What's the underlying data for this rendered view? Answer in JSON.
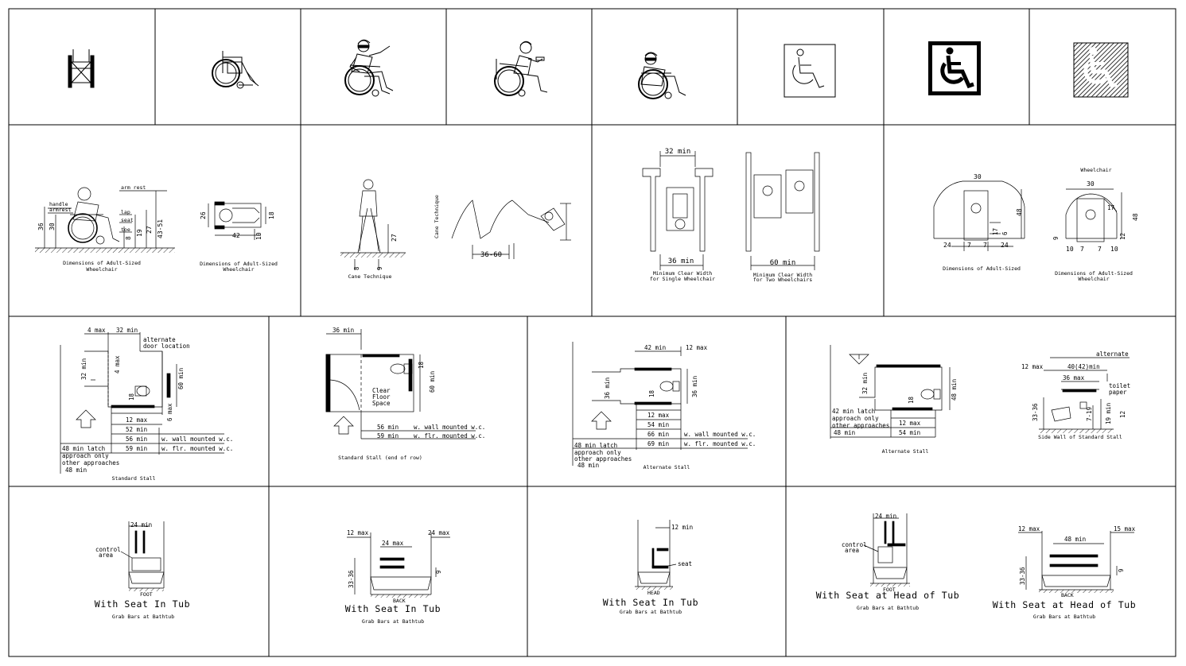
{
  "row2": {
    "adult_sized_wheelchair": {
      "arm_rest": "arm rest",
      "handle": "handle",
      "armrest": "armrest",
      "lap": "lap",
      "seat": "seat",
      "toe": "toe",
      "d36": "36",
      "d30": "30",
      "d8": "8",
      "d19": "19",
      "d27": "27",
      "d4351": "43-51",
      "caption_1": "Dimensions of Adult-Sized",
      "caption_2": "Wheelchair"
    },
    "wheelchair_top": {
      "d26": "26",
      "d18": "18",
      "d42": "42",
      "d10": "10",
      "caption_1": "Dimensions of Adult-Sized",
      "caption_2": "Wheelchair"
    },
    "cane": {
      "d27": "27",
      "d8": "8",
      "d9": "9",
      "side_label": "Cane Technique",
      "span": "36-60",
      "caption": "Cane Technique"
    },
    "door_width": {
      "top": "32 min",
      "bottom": "36 min",
      "caption_1": "Minimum Clear Width",
      "caption_2": "for Single Wheelchair",
      "two_bottom": "60 min",
      "two_caption_1": "Minimum Clear Width",
      "two_caption_2": "for Two Wheelchairs"
    },
    "turning": {
      "d30a": "30",
      "d48a": "48",
      "d24a": "24",
      "d7a": "7",
      "d7b": "7",
      "d17a": "17",
      "d6a": "6",
      "d24b": "24",
      "caption_1": "Dimensions of Adult-Sized",
      "title_b": "Wheelchair",
      "d30b": "30",
      "d48b": "48",
      "d17b": "17",
      "d10a": "10",
      "d7c": "7",
      "d7d": "7",
      "d10b": "10",
      "d9b": "9",
      "d12b": "12",
      "caption_b1": "Dimensions of Adult-Sized",
      "caption_b2": "Wheelchair"
    }
  },
  "row3": {
    "standard_stall": {
      "top_a": "4 max",
      "top_b": "32 min",
      "alt_1": "alternate",
      "alt_2": "door location",
      "left": "32 min",
      "inner": "4 max",
      "d18": "18",
      "right": "60 min",
      "d6": "6 max",
      "d12": "12 max",
      "d52": "52 min",
      "d56": "56 min",
      "d59": "59 min",
      "wall": "w. wall mounted w.c.",
      "floor": "w. flr. mounted w.c.",
      "note_1": "48 min latch",
      "note_2": "approach only",
      "note_3": "other approaches",
      "note_4": "48 min",
      "caption": "Standard Stall"
    },
    "end_of_row": {
      "top": "36 min",
      "d18": "18",
      "right": "60 min",
      "clear_1": "Clear",
      "clear_2": "Floor",
      "clear_3": "Space",
      "d56": "56 min",
      "d59": "59 min",
      "wall": "w. wall mounted w.c.",
      "floor": "w. flr. mounted w.c.",
      "caption": "Standard Stall (end of row)"
    },
    "alternate_stall": {
      "top_a": "42 min",
      "top_b": "12 max",
      "left": "36 min",
      "d18": "18",
      "right": "36 min",
      "d12": "12 max",
      "d54": "54 min",
      "d66": "66 min",
      "d69": "69 min",
      "wall": "w. wall mounted w.c.",
      "floor": "w. flr. mounted w.c.",
      "note_1": "48 min latch",
      "note_2": "approach only",
      "note_3": "other approaches",
      "note_4": "48 min",
      "caption": "Alternate Stall"
    },
    "alternate_stall_2": {
      "left": "32 min",
      "d18": "18",
      "right": "48 min",
      "d12": "12 max",
      "d54": "54 min",
      "note_1": "42 min latch",
      "note_2": "approach only",
      "note_3": "other approaches",
      "note_4": "48 min",
      "caption": "Alternate Stall"
    },
    "side_wall": {
      "alternate": "alternate",
      "top_a": "12 max",
      "top_b": "40(42)min",
      "d36": "36 max",
      "tp_1": "toilet",
      "tp_2": "paper",
      "left": "33-36",
      "d19": "19 min",
      "d719": "7-19",
      "d12": "12",
      "caption": "Side Wall of Standard Stall"
    }
  },
  "row4": {
    "tub1": {
      "top": "24 min",
      "ctrl_1": "control",
      "ctrl_2": "area",
      "foot": "FOOT",
      "title": "With Seat In Tub",
      "caption": "Grab Bars at Bathtub"
    },
    "tub2": {
      "left": "12 max",
      "mid": "24 max",
      "right": "24 max",
      "side": "33-36",
      "d9": "9",
      "back": "BACK",
      "title": "With Seat In Tub",
      "caption": "Grab Bars at Bathtub"
    },
    "tub3": {
      "top": "12 min",
      "seat": "seat",
      "head": "HEAD",
      "title": "With Seat In Tub",
      "caption": "Grab Bars at Bathtub"
    },
    "tub4": {
      "top": "24 min",
      "ctrl_1": "control",
      "ctrl_2": "area",
      "foot": "FOOT",
      "title": "With Seat at Head of Tub",
      "caption": "Grab Bars at Bathtub"
    },
    "tub5": {
      "left": "12 max",
      "mid": "48 min",
      "right": "15 max",
      "side": "33-36",
      "d9": "9",
      "back": "BACK",
      "title": "With Seat at Head of Tub",
      "caption": "Grab Bars at Bathtub"
    }
  }
}
